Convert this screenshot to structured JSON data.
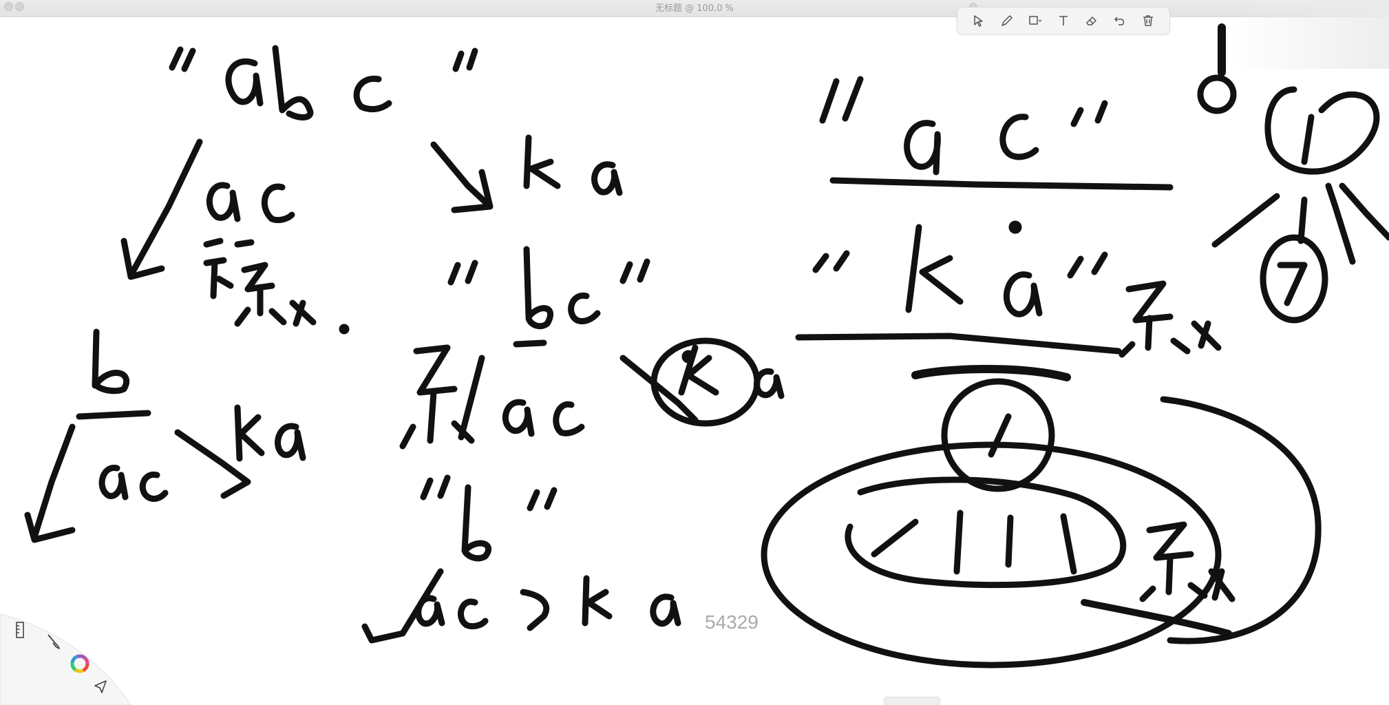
{
  "window": {
    "title": "无标题 @ 100.0 %"
  },
  "toolbar": {
    "tools": [
      {
        "name": "select-tool",
        "icon": "arrow-pointer-icon"
      },
      {
        "name": "pen-tool",
        "icon": "pen-icon"
      },
      {
        "name": "shape-tool",
        "icon": "square-dropdown-icon"
      },
      {
        "name": "text-tool",
        "icon": "text-icon"
      },
      {
        "name": "eraser-tool",
        "icon": "eraser-icon"
      },
      {
        "name": "undo-tool",
        "icon": "undo-icon"
      },
      {
        "name": "delete-tool",
        "icon": "trash-icon"
      }
    ]
  },
  "canvas": {
    "page_counter": "54329",
    "ink_color": "#111111"
  },
  "palette": {
    "items": [
      {
        "name": "ruler-tool",
        "icon": "ruler-icon"
      },
      {
        "name": "brush-tool",
        "icon": "brush-icon"
      },
      {
        "name": "color-picker",
        "icon": "color-wheel-icon"
      },
      {
        "name": "pointer-tool",
        "icon": "pointer-icon"
      }
    ]
  }
}
